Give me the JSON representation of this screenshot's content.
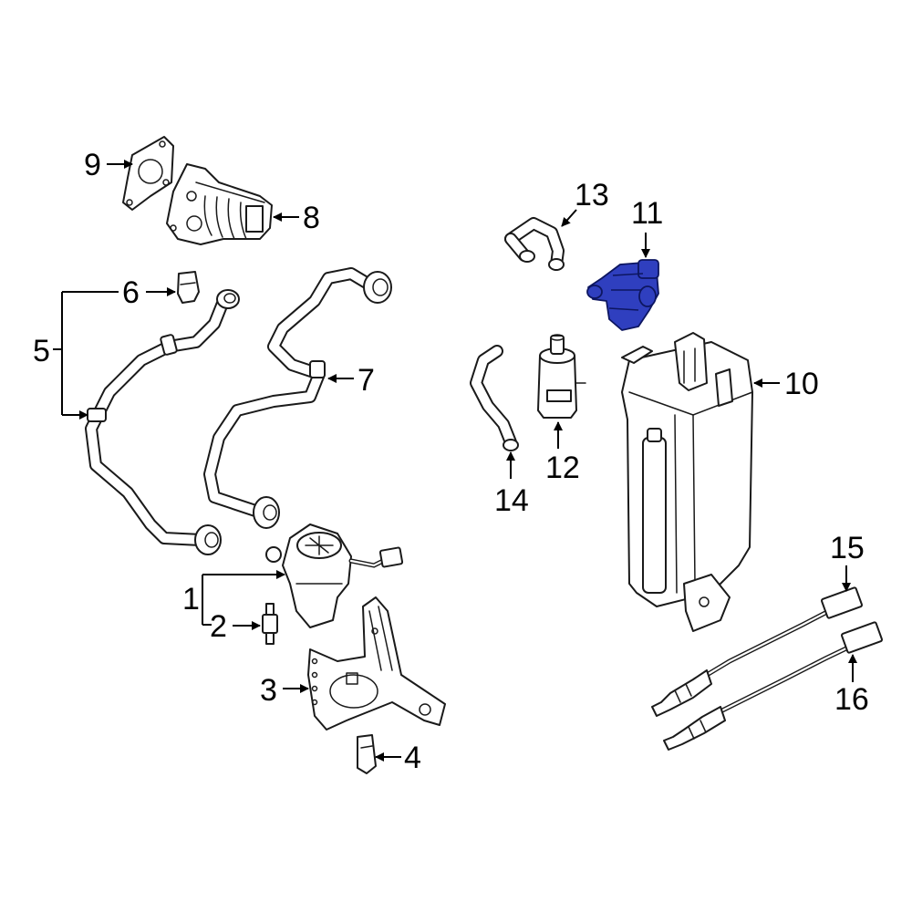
{
  "diagram": {
    "highlight_color": "#2f3fbf",
    "line_color": "#1a1a1a",
    "callouts": [
      {
        "id": "1",
        "label": "1"
      },
      {
        "id": "2",
        "label": "2"
      },
      {
        "id": "3",
        "label": "3"
      },
      {
        "id": "4",
        "label": "4"
      },
      {
        "id": "5",
        "label": "5"
      },
      {
        "id": "6",
        "label": "6"
      },
      {
        "id": "7",
        "label": "7"
      },
      {
        "id": "8",
        "label": "8"
      },
      {
        "id": "9",
        "label": "9"
      },
      {
        "id": "10",
        "label": "10"
      },
      {
        "id": "11",
        "label": "11"
      },
      {
        "id": "12",
        "label": "12"
      },
      {
        "id": "13",
        "label": "13"
      },
      {
        "id": "14",
        "label": "14"
      },
      {
        "id": "15",
        "label": "15"
      },
      {
        "id": "16",
        "label": "16"
      }
    ]
  }
}
